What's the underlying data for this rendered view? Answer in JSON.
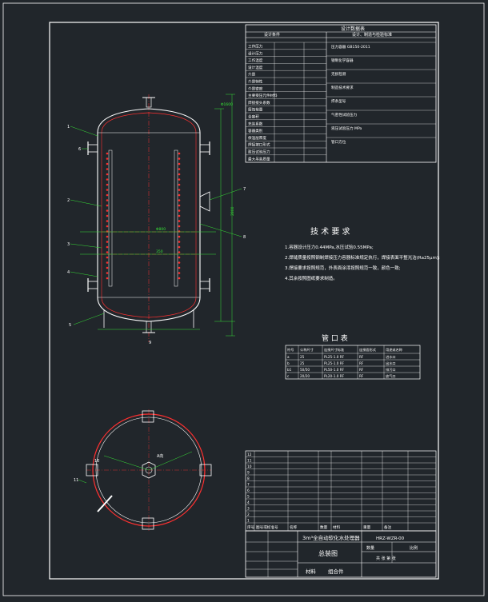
{
  "colors": {
    "background": "#21262b",
    "frame": "#ffffff",
    "outline": "#ffffff",
    "accent": "#ff3030",
    "dimension": "#36e036",
    "text": "#ffffff",
    "highlight": "#ffff66"
  },
  "spec_table": {
    "title": "设计数据表",
    "header_left": "设计条件",
    "header_right": "设计、制造与检验标准",
    "rows": [
      "工作压力",
      "设计压力",
      "工作温度",
      "设计温度",
      "介质",
      "介质特性",
      "介质密度",
      "主要受压元件材料",
      "焊接接头系数",
      "腐蚀裕量",
      "全容积",
      "充装系数",
      "容器类别",
      "保温层厚度",
      "焊接坡口形式",
      "耐压试验压力",
      "最大吊装质量"
    ],
    "right_texts": [
      "压力容器 GB150-2011",
      "钢制化学容器",
      "无损检测",
      "制造技术要求",
      "焊条型号",
      "气密性试验压力",
      "液压试验压力 MPa",
      "管口方位"
    ]
  },
  "technical_requirements": {
    "title": "技 术 要 求",
    "items": [
      "1.容器设计压力0.44MPa,水压试验0.55MPa;",
      "2.焊缝质量按照钢制焊接压力容器标准规定执行，焊接表面平整光洁(Ra25μm);",
      "3.焊接要求按照规范，外表面涂漆按照规范一致，颜色一致;",
      "4.其余按照图纸要求制造。"
    ]
  },
  "nozzle_table": {
    "title": "管 口 表",
    "headers": [
      "符号",
      "公称尺寸",
      "连接尺寸标准",
      "连接面形式",
      "用途或名称"
    ],
    "rows": [
      [
        "a",
        "25",
        "PL25-1.0 RF",
        "RF",
        "进水口"
      ],
      [
        "b",
        "25",
        "PL25-1.0 RF",
        "RF",
        "出水口"
      ],
      [
        "b1",
        "50/50",
        "PL50-1.0 RF",
        "RF",
        "排污口"
      ],
      [
        "c",
        "20/20",
        "PL20-1.0 RF",
        "RF",
        "放气口"
      ]
    ]
  },
  "parts_list": {
    "rows": [
      "12",
      "11",
      "10",
      "9",
      "8",
      "7",
      "6",
      "5",
      "4",
      "3",
      "2",
      "1"
    ],
    "footer": [
      "序号",
      "图号或标准号",
      "名称",
      "数量",
      "材料",
      "重量",
      "备注"
    ]
  },
  "title_block": {
    "drawing_title": "3m³全自动软化水处理器",
    "drawing_number": "HRZ-WZR-00",
    "sheet_name": "总装图",
    "material_label": "材料",
    "material_value": "组合件",
    "scale_label": "比例",
    "quantity_label": "数量",
    "sheet_label": "共 张 第 张"
  },
  "drawing": {
    "dimension_labels": [
      "Φ1600",
      "Φ800",
      "350",
      "2800"
    ],
    "part_labels": [
      "1",
      "2",
      "3",
      "4",
      "5",
      "6",
      "7",
      "8",
      "9",
      "10",
      "11"
    ],
    "view_label": "A向"
  }
}
